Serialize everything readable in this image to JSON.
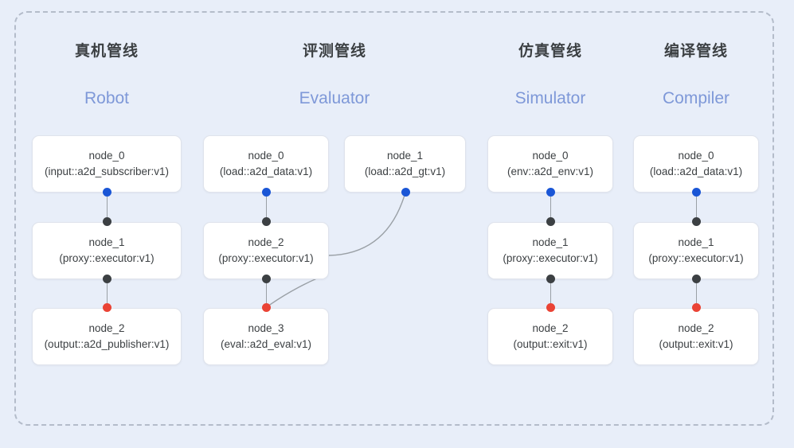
{
  "canvas": {
    "background": "#e8eef9",
    "frame_border_color": "#b4bcca"
  },
  "palette": {
    "dot_blue": "#1a56d6",
    "dot_black": "#3c4043",
    "dot_red": "#ea4335",
    "line": "#9aa0a6",
    "subtitle_blue": "#7e98d8",
    "title_gray": "#3c4043",
    "node_bg": "#ffffff",
    "node_border": "#dfe3ec"
  },
  "columns": [
    {
      "id": "robot",
      "title": "真机管线",
      "subtitle": "Robot",
      "nodes": [
        {
          "name": "node_0",
          "type": "(input::a2d_subscriber:v1)"
        },
        {
          "name": "node_1",
          "type": "(proxy::executor:v1)"
        },
        {
          "name": "node_2",
          "type": "(output::a2d_publisher:v1)"
        }
      ]
    },
    {
      "id": "evaluator",
      "title": "评测管线",
      "subtitle": "Evaluator",
      "nodes": [
        {
          "name": "node_0",
          "type": "(load::a2d_data:v1)"
        },
        {
          "name": "node_2",
          "type": "(proxy::executor:v1)"
        },
        {
          "name": "node_3",
          "type": "(eval::a2d_eval:v1)"
        }
      ],
      "side_nodes": [
        {
          "name": "node_1",
          "type": "(load::a2d_gt:v1)"
        }
      ]
    },
    {
      "id": "simulator",
      "title": "仿真管线",
      "subtitle": "Simulator",
      "nodes": [
        {
          "name": "node_0",
          "type": "(env::a2d_env:v1)"
        },
        {
          "name": "node_1",
          "type": "(proxy::executor:v1)"
        },
        {
          "name": "node_2",
          "type": "(output::exit:v1)"
        }
      ]
    },
    {
      "id": "compiler",
      "title": "编译管线",
      "subtitle": "Compiler",
      "nodes": [
        {
          "name": "node_0",
          "type": "(load::a2d_data:v1)"
        },
        {
          "name": "node_1",
          "type": "(proxy::executor:v1)"
        },
        {
          "name": "node_2",
          "type": "(output::exit:v1)"
        }
      ]
    }
  ]
}
